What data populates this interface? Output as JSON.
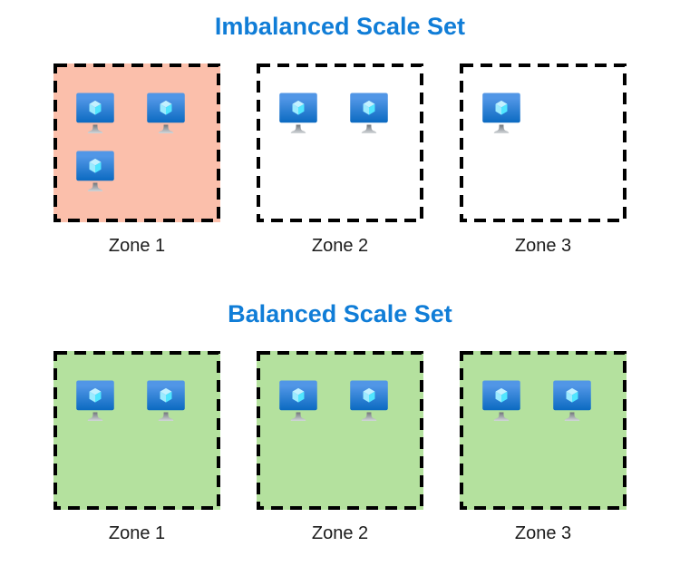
{
  "diagram": {
    "sections": [
      {
        "title": "Imbalanced Scale Set",
        "zones": [
          {
            "label": "Zone 1",
            "vm_count": 3,
            "highlighted": true,
            "fill": "#fbbfab"
          },
          {
            "label": "Zone 2",
            "vm_count": 2,
            "highlighted": false,
            "fill": "#ffffff"
          },
          {
            "label": "Zone 3",
            "vm_count": 1,
            "highlighted": false,
            "fill": "#ffffff"
          }
        ]
      },
      {
        "title": "Balanced Scale Set",
        "zones": [
          {
            "label": "Zone 1",
            "vm_count": 2,
            "highlighted": true,
            "fill": "#b4e19e"
          },
          {
            "label": "Zone 2",
            "vm_count": 2,
            "highlighted": true,
            "fill": "#b4e19e"
          },
          {
            "label": "Zone 3",
            "vm_count": 2,
            "highlighted": true,
            "fill": "#b4e19e"
          }
        ]
      }
    ],
    "colors": {
      "title_blue": "#107dd7",
      "zone_border": "#000000",
      "label_text": "#1b1b1b",
      "imbalanced_zone_fill": "#fbbfab",
      "balanced_zone_fill": "#b4e19e",
      "background": "#ffffff"
    },
    "icon": {
      "vm_icon": "azure-virtual-machine"
    }
  }
}
